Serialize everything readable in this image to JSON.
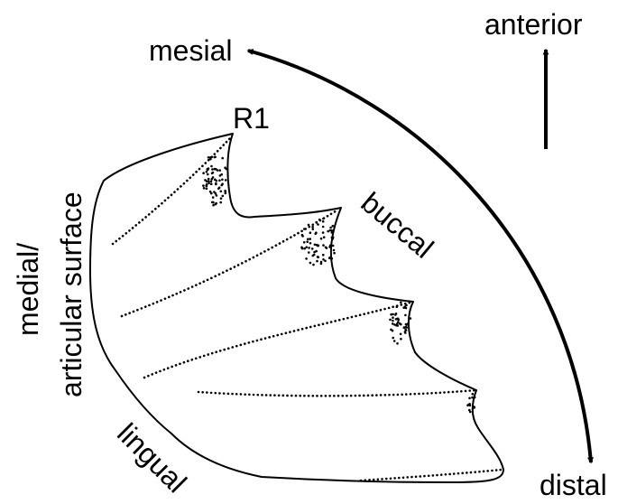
{
  "labels": {
    "mesial": "mesial",
    "anterior": "anterior",
    "r1": "R1",
    "buccal": "buccal",
    "medial_line1": "medial/",
    "medial_line2": "articular surface",
    "lingual": "lingual",
    "distal": "distal"
  },
  "colors": {
    "ink": "#000000",
    "background": "#ffffff"
  }
}
